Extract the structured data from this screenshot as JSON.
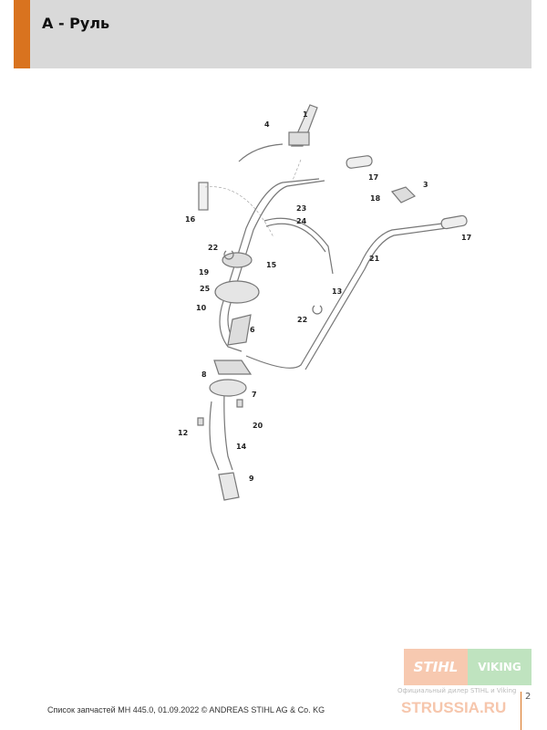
{
  "header": {
    "title": "A - Руль"
  },
  "callouts": [
    "1",
    "4",
    "17",
    "3",
    "18",
    "23",
    "24",
    "16",
    "22",
    "17",
    "21",
    "15",
    "19",
    "25",
    "13",
    "10",
    "22",
    "6",
    "8",
    "7",
    "12",
    "20",
    "14",
    "9"
  ],
  "footer": {
    "text": "Список запчастей MH 445.0, 01.09.2022 © ANDREAS STIHL AG & Co. KG",
    "page": "2"
  },
  "watermark": {
    "stihl": "STIHL",
    "viking": "VIKING",
    "dealer": "Официальный дилер STIHL и Viking",
    "site": "STRUSSIA.RU"
  },
  "colors": {
    "accent": "#d9731f",
    "header_bg": "#d9d9d9"
  }
}
